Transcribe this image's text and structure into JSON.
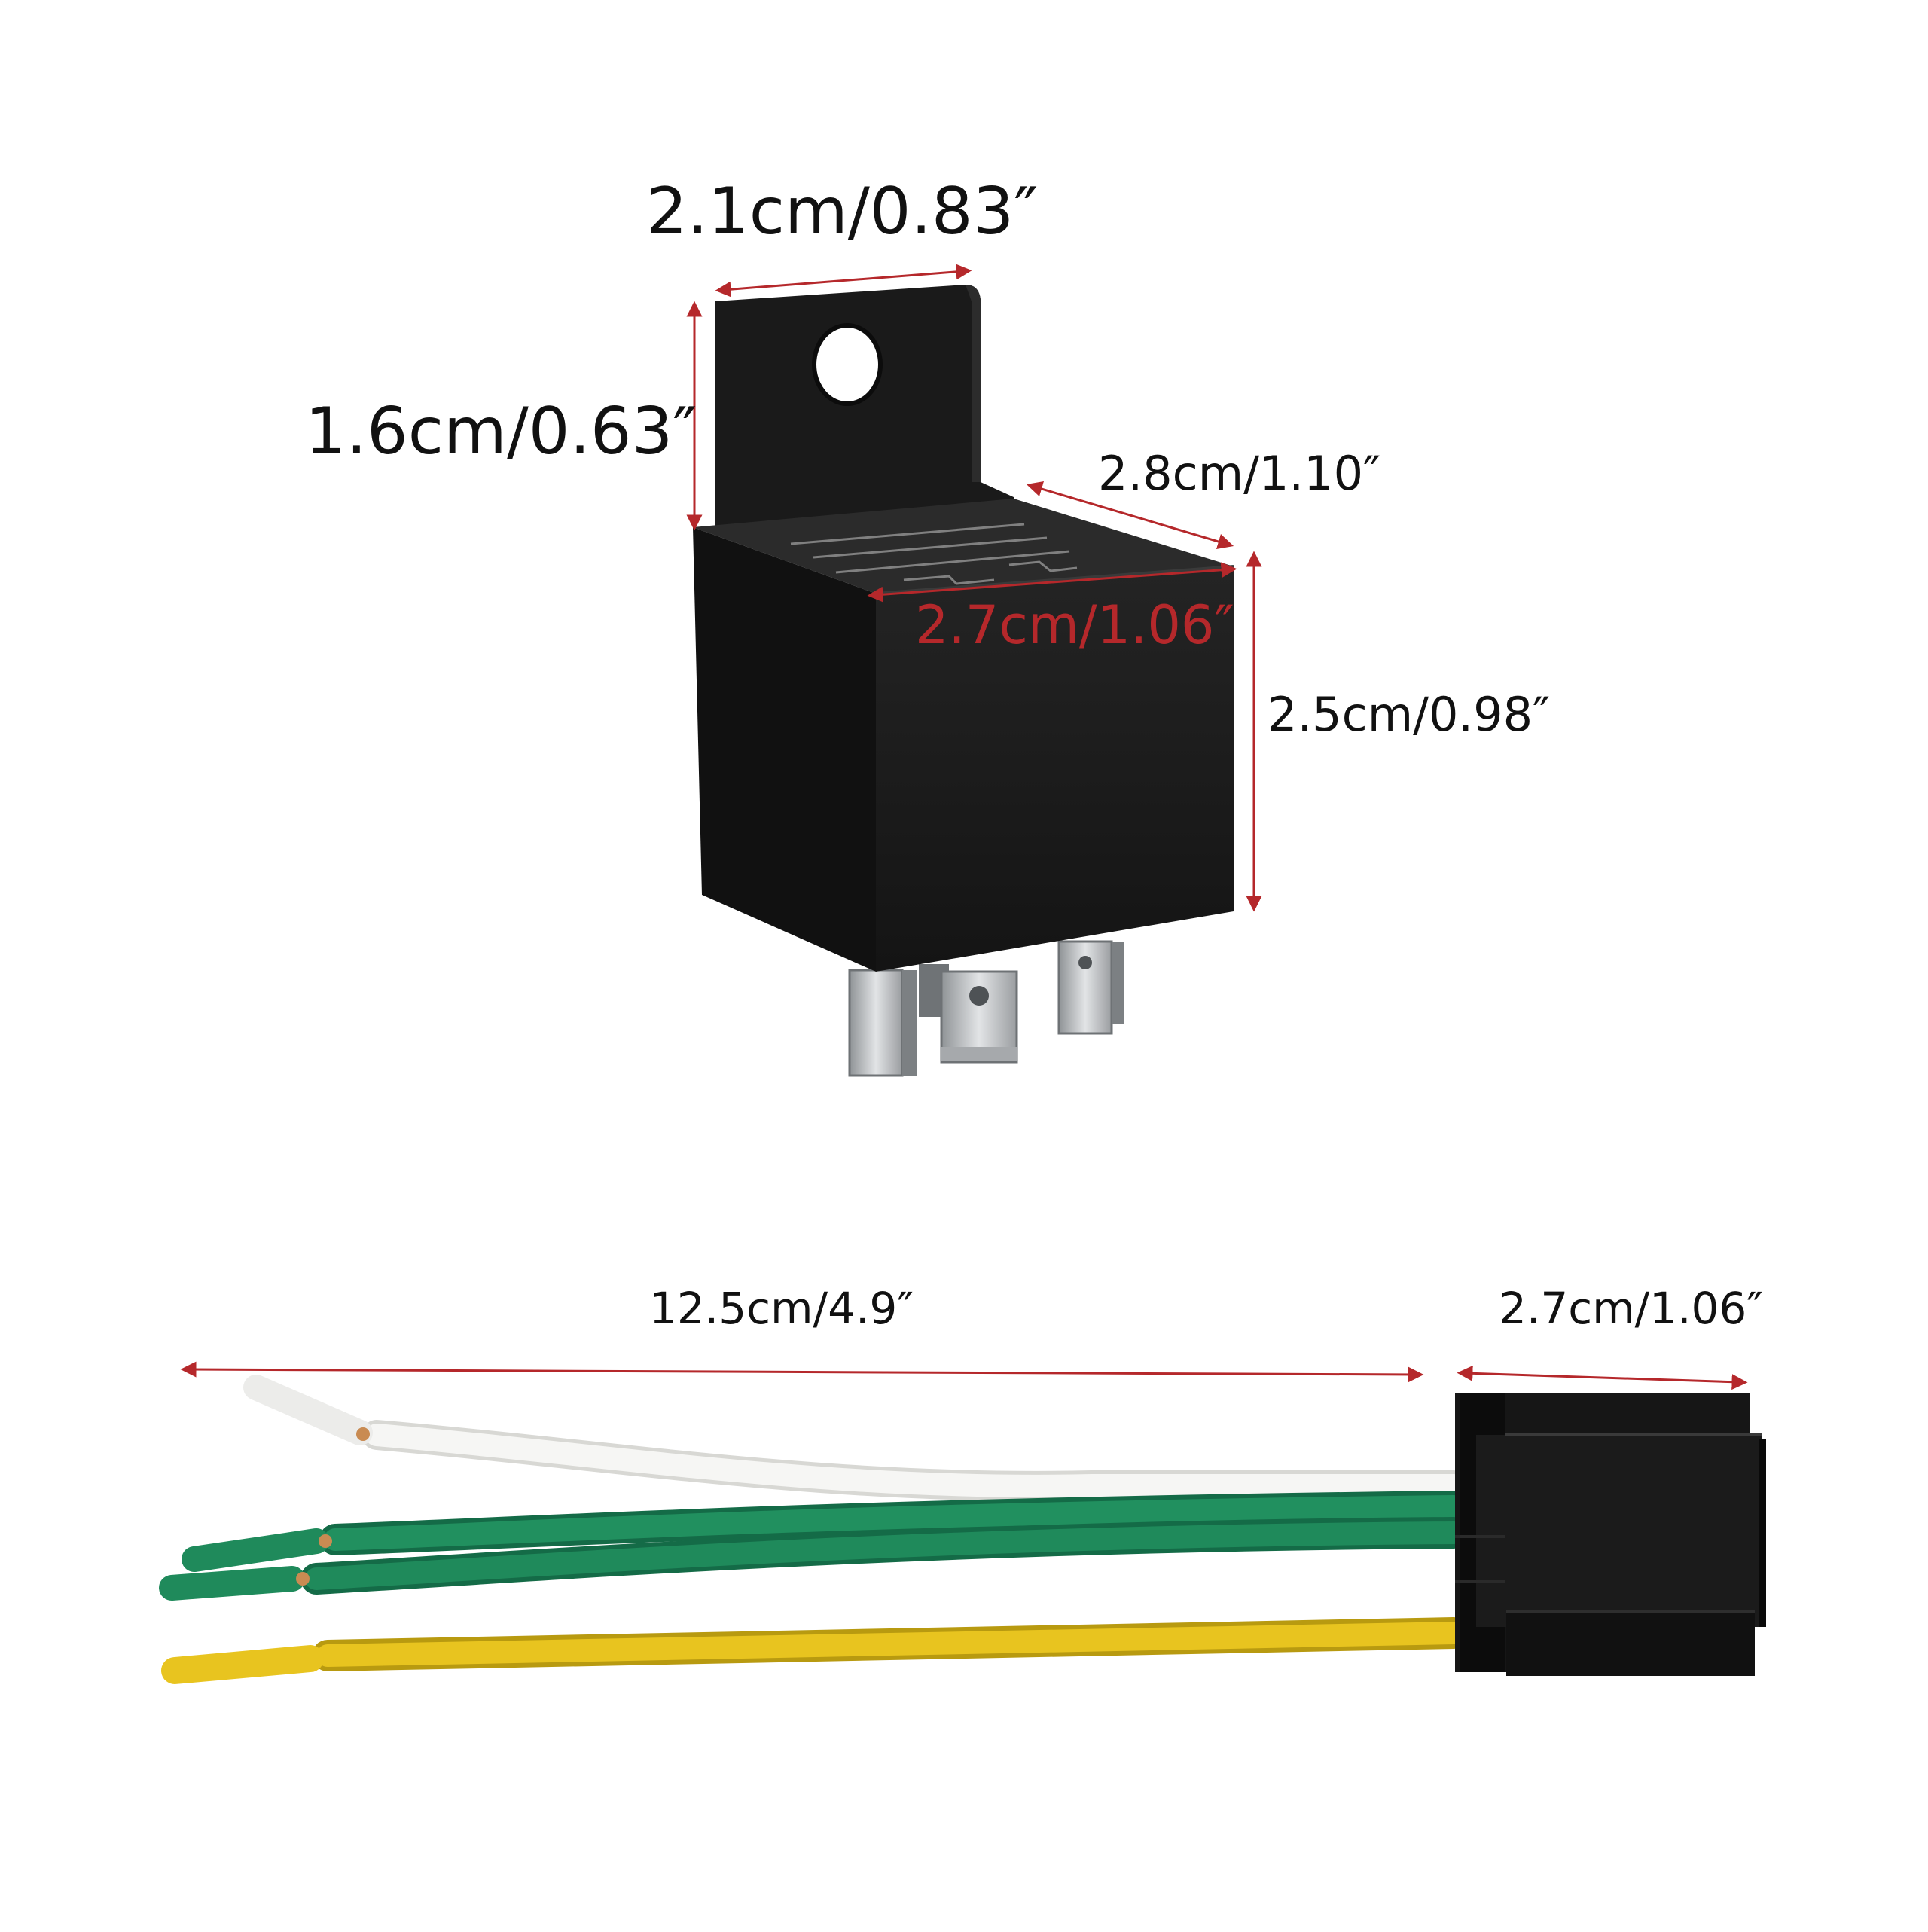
{
  "colors": {
    "dimension_line": "#b5282b",
    "relay_body": "#1c1c1c",
    "wire_white": "#f4f4f2",
    "wire_green": "#1e8a5c",
    "wire_yellow": "#e6c21c",
    "terminal_metal": "#b9bcbf"
  },
  "relay": {
    "dimensions": {
      "top_width": "2.1cm/0.83″",
      "tab_height": "1.6cm/0.63″",
      "depth": "2.8cm/1.10″",
      "front_width": "2.7cm/1.06″",
      "body_height": "2.5cm/0.98″"
    }
  },
  "socket": {
    "dimensions": {
      "wire_length": "12.5cm/4.9″",
      "socket_width": "2.7cm/1.06″"
    }
  }
}
